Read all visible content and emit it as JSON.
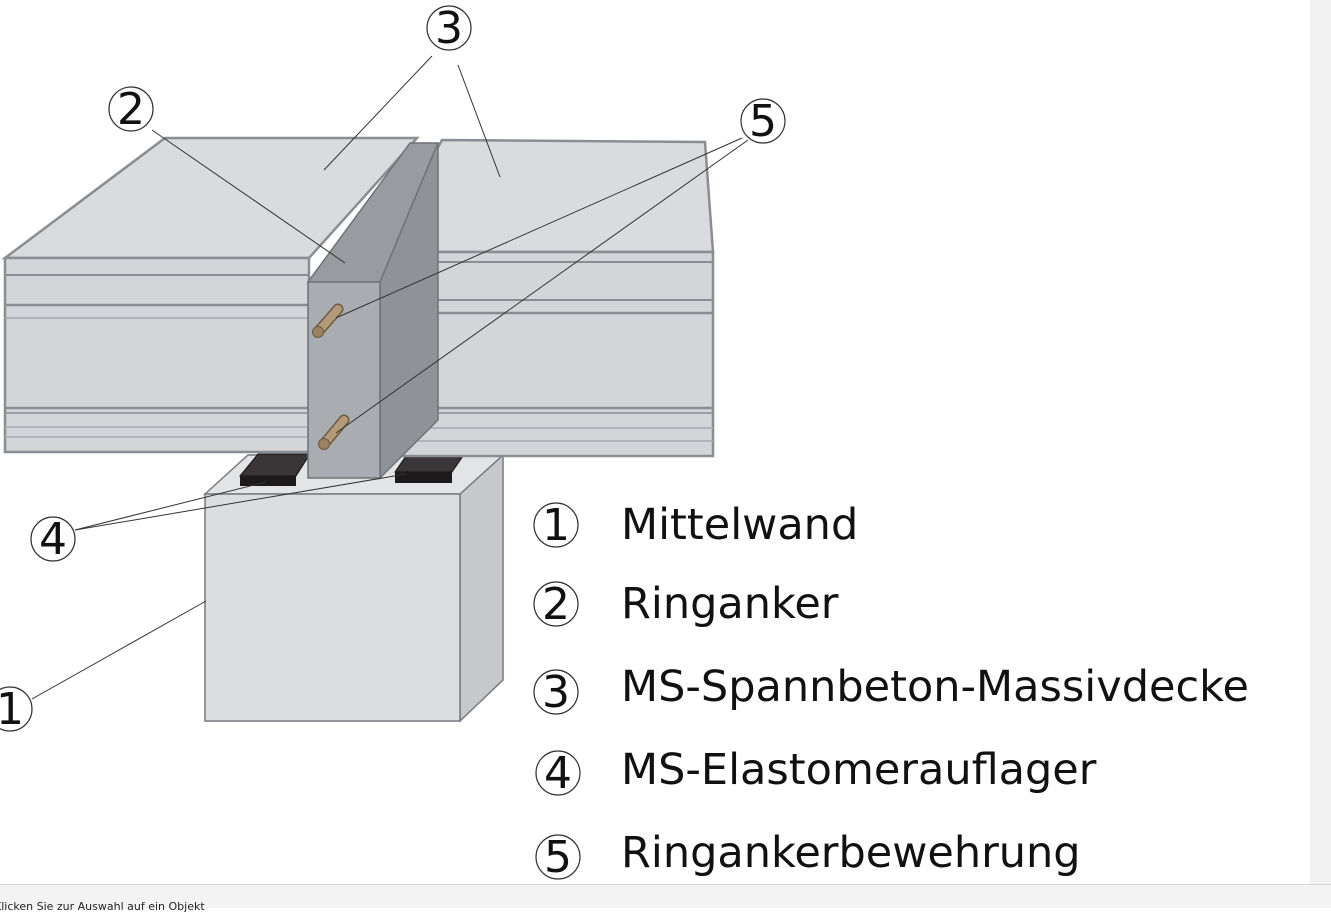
{
  "callouts": {
    "c1": "1",
    "c2": "2",
    "c3": "3",
    "c4": "4",
    "c5": "5"
  },
  "legend": [
    {
      "number": "1",
      "label": "Mittelwand"
    },
    {
      "number": "2",
      "label": "Ringanker"
    },
    {
      "number": "3",
      "label": "MS-Spannbeton-Massivdecke"
    },
    {
      "number": "4",
      "label": "MS-Elastomerauflager"
    },
    {
      "number": "5",
      "label": "Ringankerbewehrung"
    }
  ],
  "status_bar": {
    "text": "Klicken Sie zur Auswahl auf ein Objekt"
  },
  "colors": {
    "slab": "#d5d7da",
    "slab_top": "#d9dbde",
    "ring_anchor": "#a9adb2",
    "wall": "#dcdde0",
    "bearing": "#231f20",
    "rebar": "#b39a78",
    "outline": "#777a7f"
  }
}
